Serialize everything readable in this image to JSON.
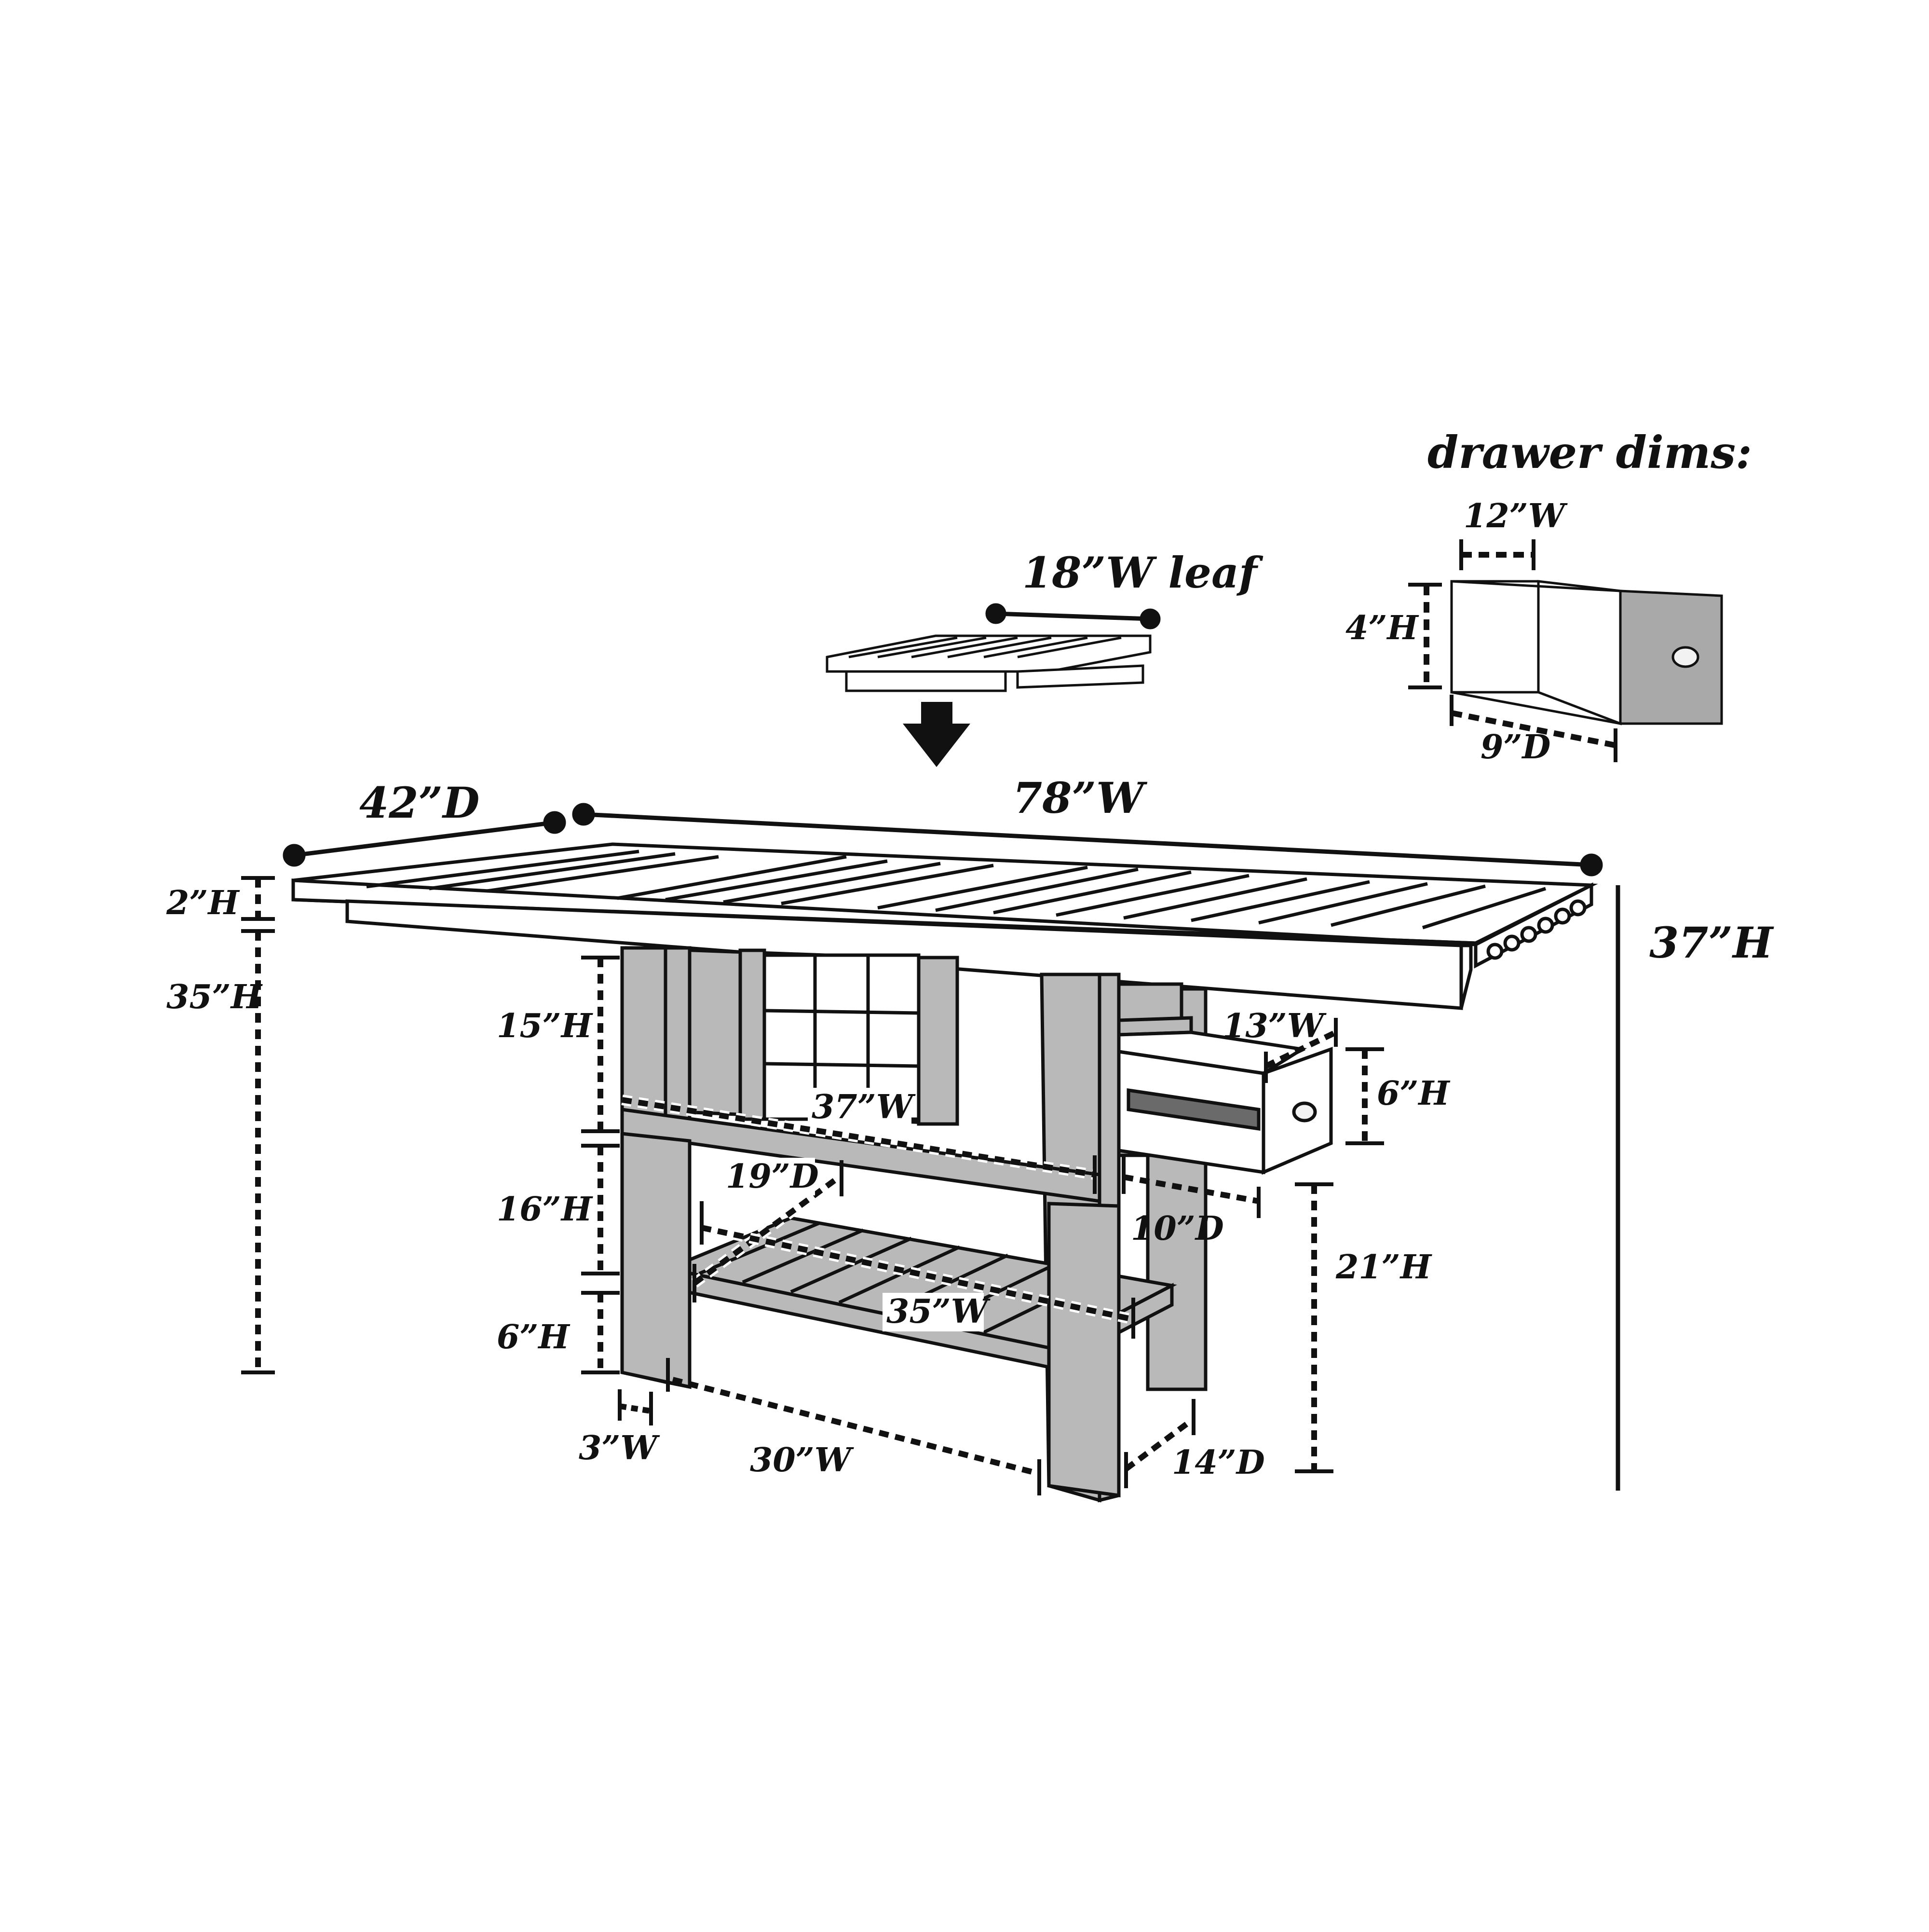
{
  "drawer_dims": {
    "title": "drawer dims:",
    "width": "12”W",
    "height": "4”H",
    "depth": "9”D"
  },
  "leaf": {
    "label": "18”W leaf"
  },
  "table": {
    "depth": "42”D",
    "width": "78”W",
    "total_height": "37”H",
    "top_thickness": "2”H",
    "leg_height": "35”H"
  },
  "base": {
    "upper_height": "15”H",
    "middle_height": "16”H",
    "lower_height": "6”H",
    "rail_width": "37”W",
    "shelf_depth": "19”D",
    "shelf_width": "35”W",
    "leg_width": "3”W",
    "leg_span": "30”W",
    "base_depth": "14”D",
    "shelf_height": "21”H"
  },
  "side_drawer": {
    "width": "13”W",
    "height": "6”H",
    "depth": "10”D"
  },
  "colors": {
    "line": "#111111",
    "wood_fill": "#b9b9b9",
    "drawer_face": "#a9a9a9",
    "background": "#ffffff"
  }
}
